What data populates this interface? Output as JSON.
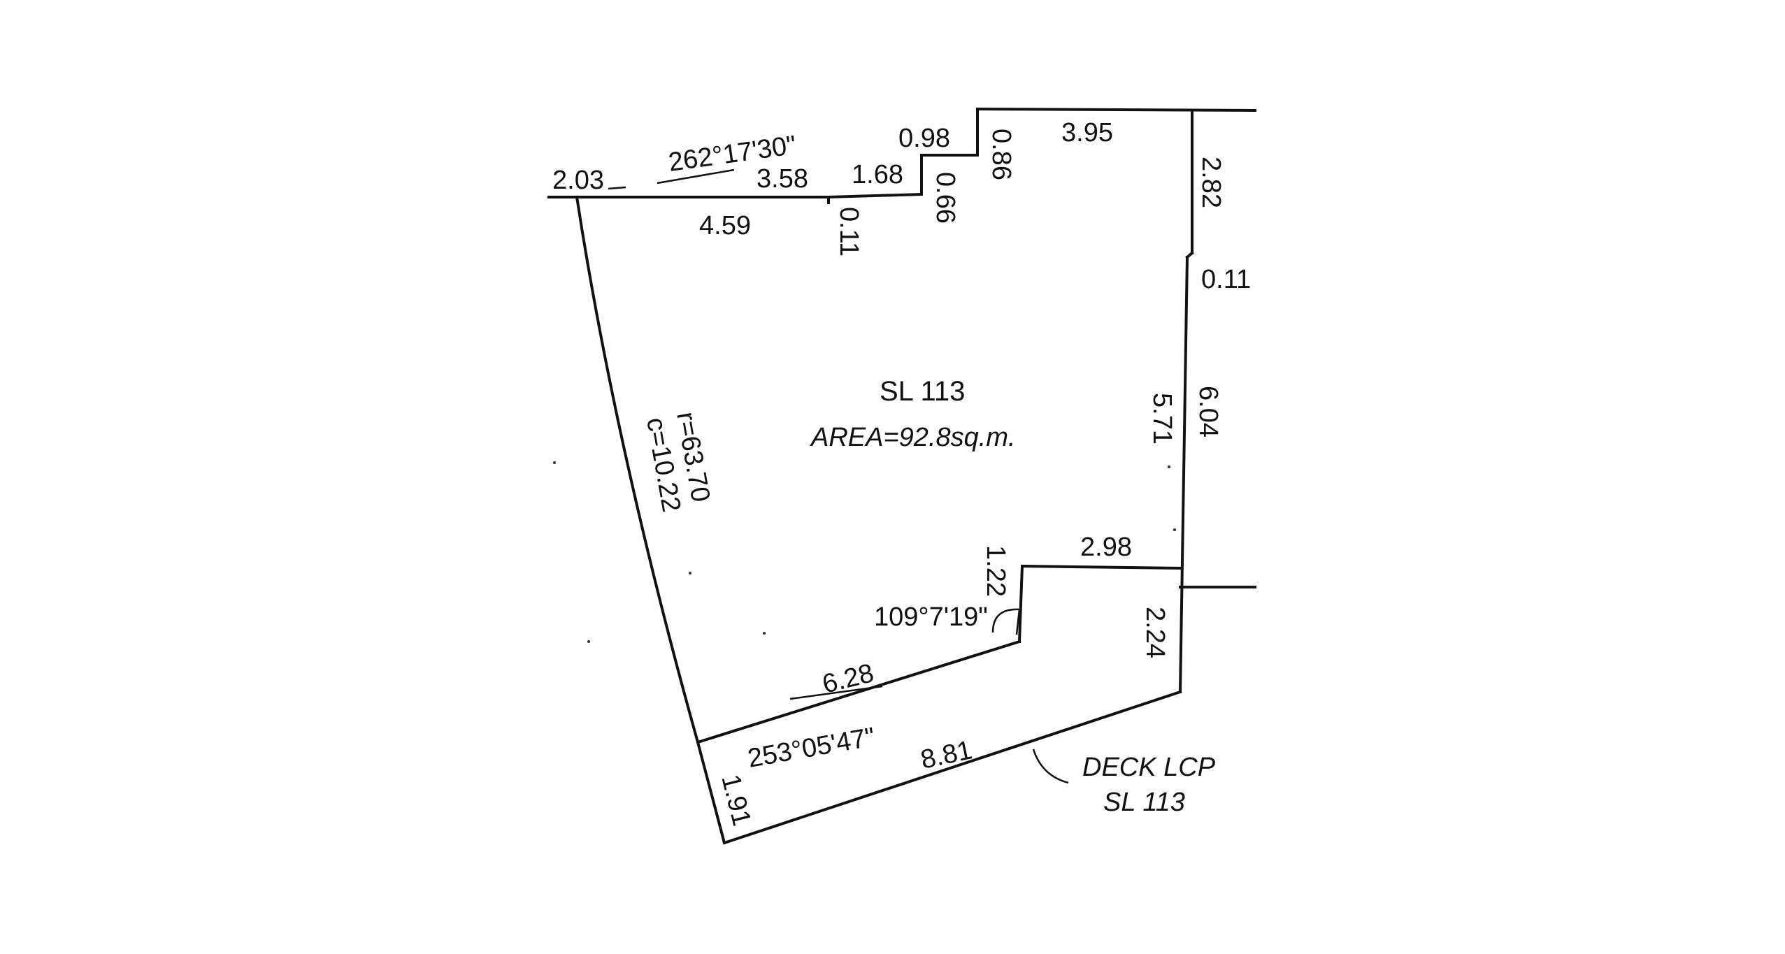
{
  "lot": {
    "name": "SL 113",
    "area": "AREA=92.8sq.m."
  },
  "deck": {
    "line1": "DECK LCP",
    "line2": "SL 113"
  },
  "arc": {
    "radius": "r=63.70",
    "chord": "c=10.22"
  },
  "bearings": {
    "top": "262°17'30\"",
    "bottom": "253°05'47\"",
    "angle": "109°7'19\""
  },
  "dimensions": {
    "d_2_03": "2.03",
    "d_3_58": "3.58",
    "d_4_59": "4.59",
    "d_1_68": "1.68",
    "d_0_11_top": "0.11",
    "d_0_98": "0.98",
    "d_0_66": "0.66",
    "d_0_86": "0.86",
    "d_3_95": "3.95",
    "d_2_82": "2.82",
    "d_0_11_right": "0.11",
    "d_6_04": "6.04",
    "d_5_71": "5.71",
    "d_2_98": "2.98",
    "d_1_22": "1.22",
    "d_2_24": "2.24",
    "d_6_28": "6.28",
    "d_8_81": "8.81",
    "d_1_91": "1.91"
  }
}
